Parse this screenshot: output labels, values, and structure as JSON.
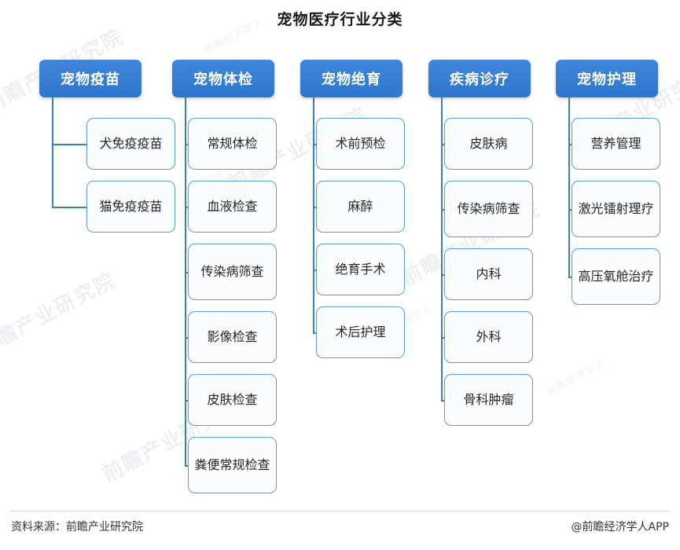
{
  "title": "宠物医疗行业分类",
  "footer": {
    "source": "资料来源：前瞻产业研究院",
    "brand": "@前瞻经济学人APP"
  },
  "watermark": {
    "text": "前瞻产业研究院",
    "small": "前瞻经济学人"
  },
  "colors": {
    "header_fill": "#3380d8",
    "item_border": "#5b9bd5",
    "connector": "#3a7fc4",
    "text": "#262626",
    "header_text": "#ffffff"
  },
  "chart_data": {
    "type": "diagram",
    "title": "宠物医疗行业分类",
    "layout": "tree-columns",
    "columns": [
      {
        "header": "宠物疫苗",
        "items": [
          "犬免疫疫苗",
          "猫免疫疫苗"
        ]
      },
      {
        "header": "宠物体检",
        "items": [
          "常规体检",
          "血液检查",
          "传染病筛查",
          "影像检查",
          "皮肤检查",
          "粪便常规检查"
        ]
      },
      {
        "header": "宠物绝育",
        "items": [
          "术前预检",
          "麻醉",
          "绝育手术",
          "术后护理"
        ]
      },
      {
        "header": "疾病诊疗",
        "items": [
          "皮肤病",
          "传染病筛查",
          "内科",
          "外科",
          "骨科肿瘤"
        ]
      },
      {
        "header": "宠物护理",
        "items": [
          "营养管理",
          "激光镭射理疗",
          "高压氧舱治疗"
        ]
      }
    ]
  }
}
